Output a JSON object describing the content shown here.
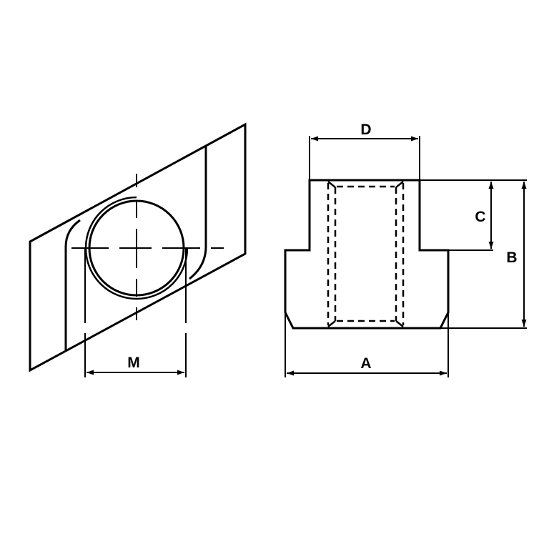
{
  "drawing": {
    "subject": "T-slot nut technical drawing",
    "stroke_color": "#000000",
    "background_color": "#ffffff",
    "views": [
      {
        "name": "isometric-view",
        "dimension_labels": [
          "M"
        ]
      },
      {
        "name": "front-section-view",
        "dimension_labels": [
          "D",
          "C",
          "B",
          "A"
        ]
      }
    ]
  },
  "labels": {
    "M": "M",
    "D": "D",
    "C": "C",
    "B": "B",
    "A": "A"
  }
}
